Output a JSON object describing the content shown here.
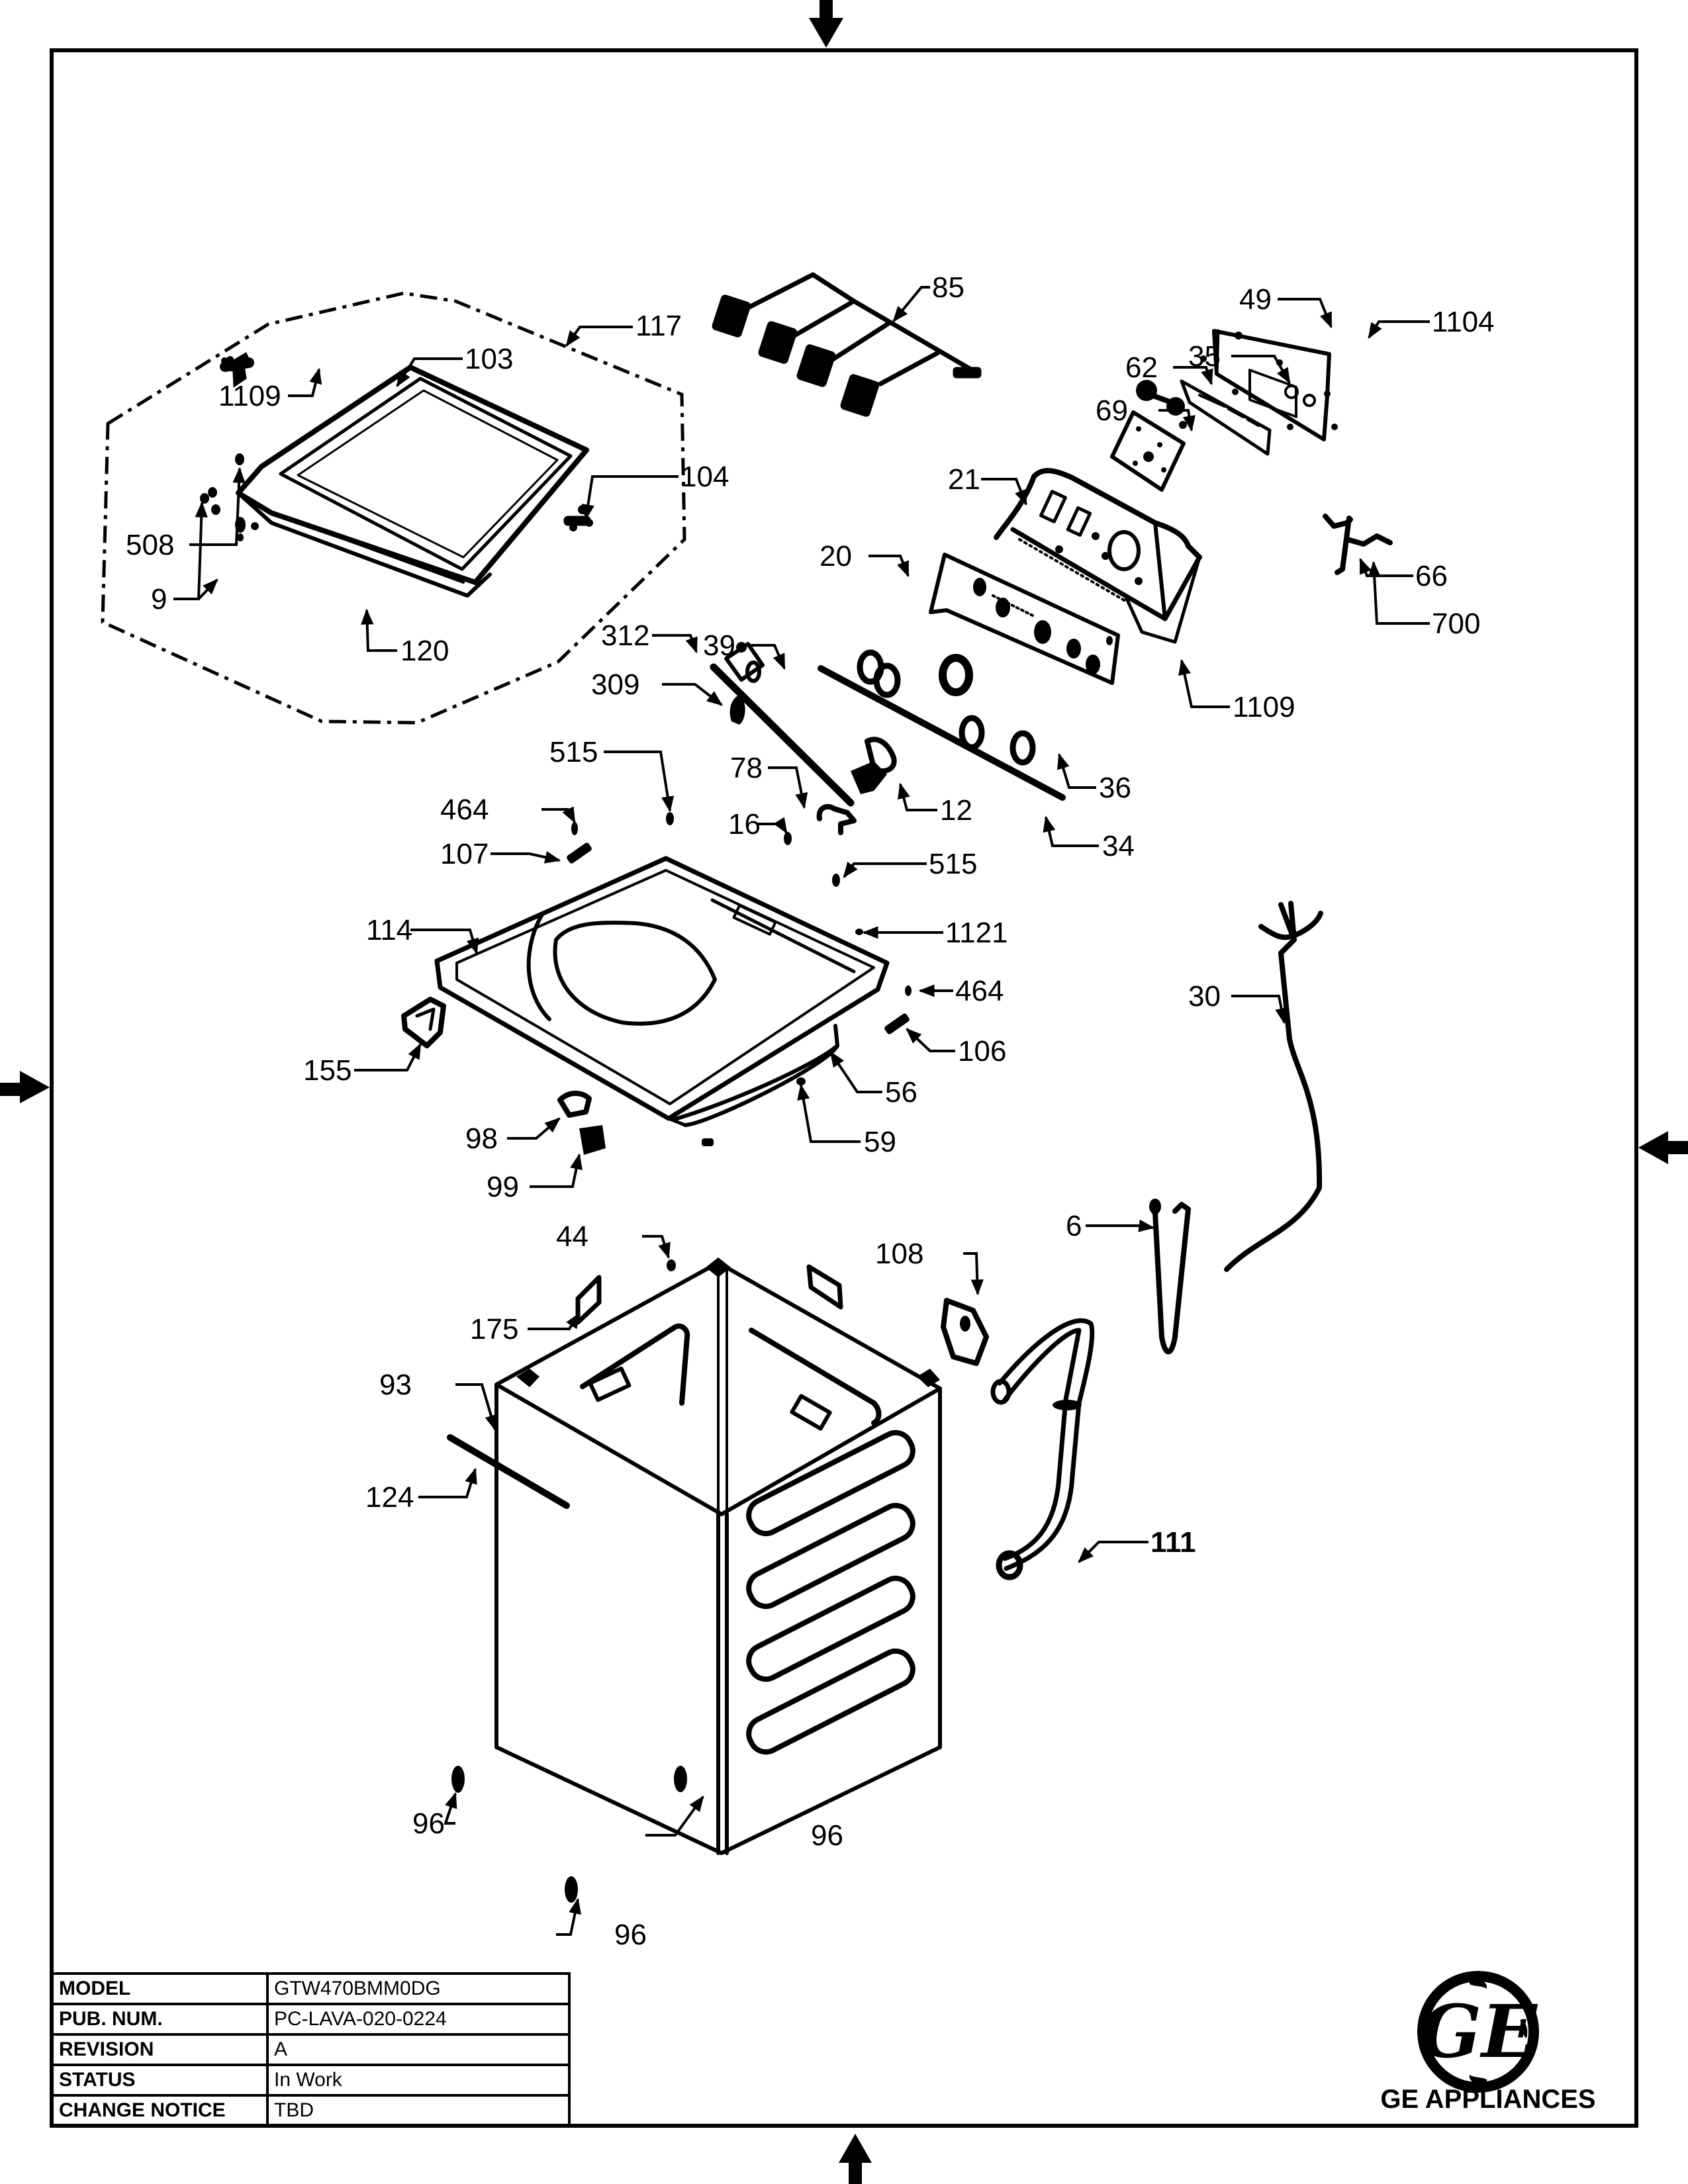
{
  "document": {
    "type": "exploded parts diagram",
    "subject": "Top-load washer cabinet, top panel, lid and controls"
  },
  "callouts": [
    {
      "id": "c117",
      "label": "117"
    },
    {
      "id": "c103",
      "label": "103"
    },
    {
      "id": "c1109a",
      "label": "1109"
    },
    {
      "id": "c104",
      "label": "104"
    },
    {
      "id": "c508",
      "label": "508"
    },
    {
      "id": "c9",
      "label": "9"
    },
    {
      "id": "c120",
      "label": "120"
    },
    {
      "id": "c85",
      "label": "85"
    },
    {
      "id": "c49",
      "label": "49"
    },
    {
      "id": "c1104",
      "label": "1104"
    },
    {
      "id": "c35",
      "label": "35"
    },
    {
      "id": "c62",
      "label": "62"
    },
    {
      "id": "c69",
      "label": "69"
    },
    {
      "id": "c21",
      "label": "21"
    },
    {
      "id": "c20",
      "label": "20"
    },
    {
      "id": "c66",
      "label": "66"
    },
    {
      "id": "c700",
      "label": "700"
    },
    {
      "id": "c312",
      "label": "312"
    },
    {
      "id": "c39",
      "label": "39"
    },
    {
      "id": "c1109b",
      "label": "1109"
    },
    {
      "id": "c309",
      "label": "309"
    },
    {
      "id": "c515a",
      "label": "515"
    },
    {
      "id": "c78",
      "label": "78"
    },
    {
      "id": "c36",
      "label": "36"
    },
    {
      "id": "c464a",
      "label": "464"
    },
    {
      "id": "c16",
      "label": "16"
    },
    {
      "id": "c12",
      "label": "12"
    },
    {
      "id": "c107",
      "label": "107"
    },
    {
      "id": "c34",
      "label": "34"
    },
    {
      "id": "c515b",
      "label": "515"
    },
    {
      "id": "c114",
      "label": "114"
    },
    {
      "id": "c1121",
      "label": "1121"
    },
    {
      "id": "c464b",
      "label": "464"
    },
    {
      "id": "c30",
      "label": "30"
    },
    {
      "id": "c106",
      "label": "106"
    },
    {
      "id": "c155",
      "label": "155"
    },
    {
      "id": "c56",
      "label": "56"
    },
    {
      "id": "c98",
      "label": "98"
    },
    {
      "id": "c59",
      "label": "59"
    },
    {
      "id": "c99",
      "label": "99"
    },
    {
      "id": "c6",
      "label": "6"
    },
    {
      "id": "c44",
      "label": "44"
    },
    {
      "id": "c108",
      "label": "108"
    },
    {
      "id": "c175",
      "label": "175"
    },
    {
      "id": "c93",
      "label": "93"
    },
    {
      "id": "c124",
      "label": "124"
    },
    {
      "id": "c111",
      "label": "111"
    },
    {
      "id": "c96a",
      "label": "96"
    },
    {
      "id": "c96b",
      "label": "96"
    },
    {
      "id": "c96c",
      "label": "96"
    }
  ],
  "title_block": {
    "rows": [
      {
        "key": "MODEL",
        "value": "GTW470BMM0DG"
      },
      {
        "key": "PUB. NUM.",
        "value": "PC-LAVA-020-0224"
      },
      {
        "key": "REVISION",
        "value": "A"
      },
      {
        "key": "STATUS",
        "value": "In Work"
      },
      {
        "key": "CHANGE NOTICE",
        "value": "TBD"
      }
    ]
  },
  "brand": {
    "logo_icon": "ge-monogram-logo-icon",
    "name": "GE APPLIANCES"
  },
  "colors": {
    "ink": "#000000",
    "paper": "#ffffff"
  }
}
